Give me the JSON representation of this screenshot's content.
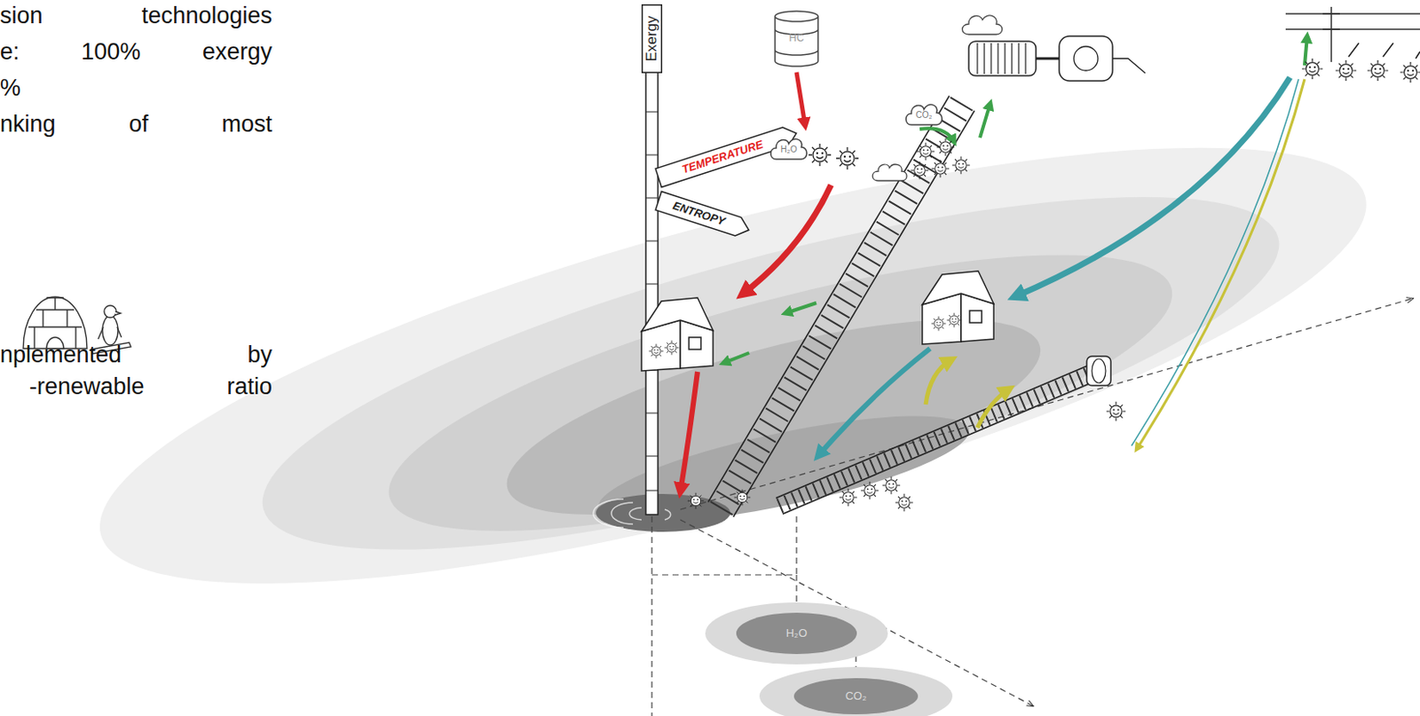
{
  "diagram": {
    "nodes": [
      {
        "text": [
          "Exergy"
        ]
      },
      {
        "text": [
          "TEMPERATURE"
        ]
      },
      {
        "text": [
          "ENTROPY"
        ]
      },
      {
        "text": [
          "HC"
        ]
      },
      {
        "text": [
          "H₂O"
        ]
      },
      {
        "text": [
          "CO₂"
        ]
      },
      {
        "text": [
          "H₂O"
        ]
      },
      {
        "text": [
          "CO₂"
        ]
      }
    ],
    "labels": [
      "sion technologies",
      "e: 100% exergy",
      "%",
      "nking of most",
      "nplemented by",
      "-renewable ratio"
    ]
  }
}
